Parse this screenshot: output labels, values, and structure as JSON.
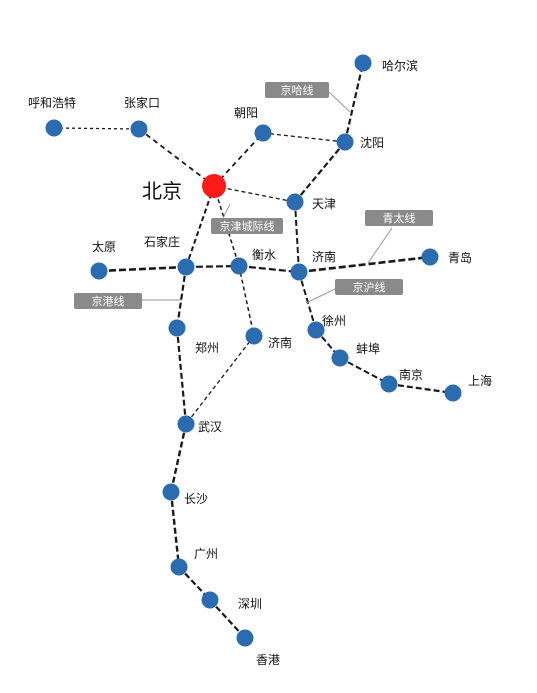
{
  "map": {
    "capital": {
      "id": "beijing",
      "name": "北京",
      "color": "#ff1a1a"
    },
    "station_color": "#2b6cb0",
    "line_label_color": "#8a8a8a",
    "stations": [
      {
        "id": "haerbin",
        "name": "哈尔滨"
      },
      {
        "id": "huhehaote",
        "name": "呼和浩特"
      },
      {
        "id": "zhangjiakou",
        "name": "张家口"
      },
      {
        "id": "chaoyang",
        "name": "朝阳"
      },
      {
        "id": "shenyang",
        "name": "沈阳"
      },
      {
        "id": "tianjin",
        "name": "天津"
      },
      {
        "id": "taiyuan",
        "name": "太原"
      },
      {
        "id": "shijiazhuang",
        "name": "石家庄"
      },
      {
        "id": "hengshui",
        "name": "衡水"
      },
      {
        "id": "jinan",
        "name": "济南"
      },
      {
        "id": "qingdao",
        "name": "青岛"
      },
      {
        "id": "xuzhou",
        "name": "徐州"
      },
      {
        "id": "bengbu",
        "name": "蚌埠"
      },
      {
        "id": "nanjing",
        "name": "南京"
      },
      {
        "id": "shanghai",
        "name": "上海"
      },
      {
        "id": "zhengzhou",
        "name": "郑州"
      },
      {
        "id": "jinan2",
        "name": "济南"
      },
      {
        "id": "wuhan",
        "name": "武汉"
      },
      {
        "id": "changsha",
        "name": "长沙"
      },
      {
        "id": "guangzhou",
        "name": "广州"
      },
      {
        "id": "shenzhen",
        "name": "深圳"
      },
      {
        "id": "xianggang",
        "name": "香港"
      }
    ],
    "line_labels": [
      {
        "id": "jingha",
        "text": "京哈线"
      },
      {
        "id": "jingjin",
        "text": "京津城际线"
      },
      {
        "id": "qingtai",
        "text": "青太线"
      },
      {
        "id": "jinghu",
        "text": "京沪线"
      },
      {
        "id": "jinggang",
        "text": "京港线"
      }
    ]
  }
}
